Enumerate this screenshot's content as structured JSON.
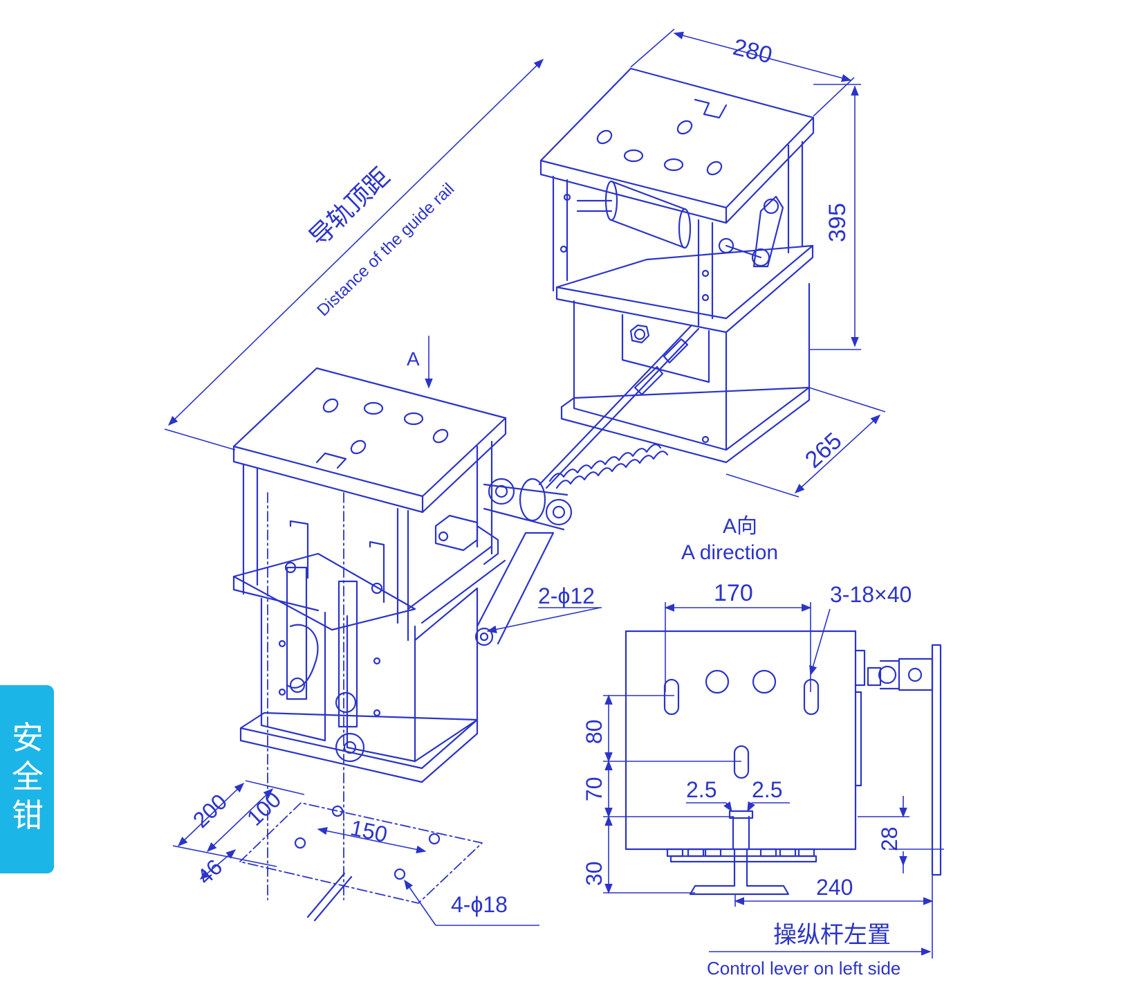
{
  "colors": {
    "line": "#2b34c8",
    "tab": "#1cb5e8",
    "tab_text": "#ffffff"
  },
  "side_tab": {
    "label": "安全钳"
  },
  "isometric_view": {
    "rail_distance_cn": "导轨顶距",
    "rail_distance_en": "Distance of the guide rail",
    "dim_width": "280",
    "dim_height": "395",
    "dim_depth": "265",
    "view_marker": "A",
    "hole_callout": "2-ϕ12"
  },
  "base_plate": {
    "dim_a": "200",
    "dim_b": "100",
    "dim_c": "150",
    "dim_d": "46",
    "holes": "4-ϕ18"
  },
  "a_direction_view": {
    "title_cn": "A向",
    "title_en": "A direction",
    "dim_width": "170",
    "slots": "3-18×40",
    "dim_80": "80",
    "dim_70": "70",
    "dim_30": "30",
    "dim_gap_left": "2.5",
    "dim_gap_right": "2.5",
    "dim_28": "28",
    "dim_240": "240"
  },
  "footnote": {
    "cn": "操纵杆左置",
    "en": "Control lever on left side"
  }
}
